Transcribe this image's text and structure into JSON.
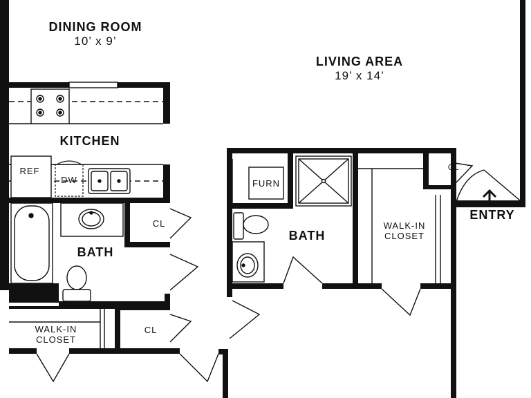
{
  "rooms": {
    "dining": {
      "name": "DINING ROOM",
      "size": "10’ x 9’"
    },
    "living": {
      "name": "LIVING AREA",
      "size": "19’ x 14’"
    },
    "kitchen": {
      "name": "KITCHEN"
    },
    "bath_left": {
      "name": "BATH"
    },
    "bath_right": {
      "name": "BATH"
    },
    "walkin_left": {
      "line1": "WALK-IN",
      "line2": "CLOSET"
    },
    "walkin_right": {
      "line1": "WALK-IN",
      "line2": "CLOSET"
    },
    "closets": [
      "CL",
      "CL",
      "CL"
    ]
  },
  "fixtures": {
    "refrigerator": "REF",
    "dishwasher": "DW",
    "furnace": "FURN"
  },
  "entry": {
    "label": "ENTRY",
    "arrow_icon": "up-arrow-icon"
  }
}
